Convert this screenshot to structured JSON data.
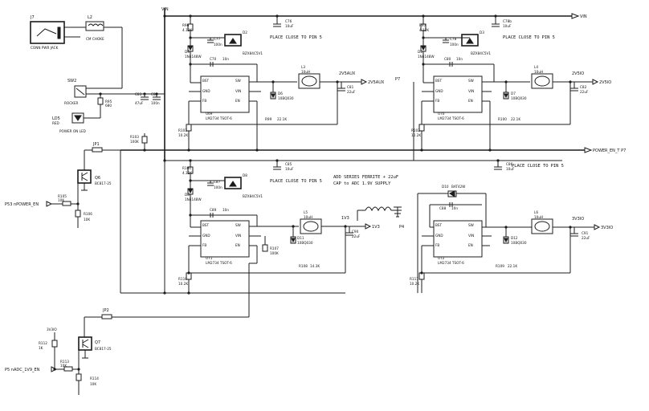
{
  "nets": {
    "vin": "VIN",
    "vin_out": "VIN",
    "power_en": "POWER_EN_T P7",
    "v25aux": "2V5AUX",
    "v25io": "2V5IO",
    "v3": "1V3",
    "v3io": "3V3IO",
    "v3io_left": "3V3IO",
    "p7": "P7",
    "p4": "P4",
    "p53": "P53 nPOWER_EN",
    "p5": "P5 nADC_1V9_EN"
  },
  "labels": {
    "j7": "J7",
    "j7_desc": "CONN PWR JACK",
    "l2": "L2",
    "l2_desc": "CM CHOKE",
    "sw2": "SW2",
    "sw2_desc": "ROCKER",
    "ld5": "LD5",
    "ld5_desc": "RED",
    "ld5_note": "POWER ON LED",
    "r95": "R95",
    "r95_v": "680",
    "c83": "C83",
    "c83_v": "47uF",
    "c84": "C84",
    "c84_v": "100n",
    "r103": "R103",
    "r103_v": "100K",
    "jp1": "JP1",
    "q6": "Q6",
    "q6_v": "BC817-25",
    "r105": "R105",
    "r105_v": "10K",
    "r106": "R106",
    "r106_v": "10K",
    "jp2": "JP2",
    "q7": "Q7",
    "q7_v": "BC817-25",
    "r112": "R112",
    "r112_v": "1K",
    "r113": "R113",
    "r113_v": "10K",
    "r114": "R114",
    "r114_v": "10K"
  },
  "notes": {
    "place_close_1": "PLACE CLOSE TO PIN 5",
    "place_close_2": "PLACE CLOSE TO PIN 5",
    "place_close_3": "PLACE CLOSE TO PIN 5",
    "place_close_4": "PLACE CLOSE TO PIN 5",
    "add_series": "ADD SERIES FERRITE + 22uF",
    "cap_adc": "CAP to ADC 1.9V SUPPLY"
  },
  "regulators": [
    {
      "u": "U69",
      "part": "LM2734 TSOT-6",
      "rtop": "R96",
      "rtop_v": "4.12K",
      "d": "D4",
      "d_v": "1N4148W",
      "z": "D2",
      "z_v": "BZX84C5V1",
      "cz": "C77",
      "cz_v": "100n",
      "cb": "C70",
      "cb_v": "10n",
      "cin": "C76",
      "cin_v": "10uF",
      "l": "L3",
      "l_v": "10uH",
      "ds": "D6",
      "ds_v": "10BQ030",
      "rfb": "R99",
      "rfb_v": "22.1K",
      "rl": "R101",
      "rl_v": "10.2K",
      "co": "C81",
      "co_v": "22uF"
    },
    {
      "u": "U70",
      "part": "LM2734 TSOT-6",
      "rtop": "R97",
      "rtop_v": "4.12K",
      "d": "D5",
      "d_v": "1N4148W",
      "z": "D3",
      "z_v": "BZX84C5V1",
      "cz": "C78",
      "cz_v": "100n",
      "cb": "C80",
      "cb_v": "10n",
      "cin": "C78b",
      "cin_v": "10uF",
      "l": "L4",
      "l_v": "10uH",
      "ds": "D7",
      "ds_v": "10BQ030",
      "rfb": "R100",
      "rfb_v": "22.1K",
      "rl": "R102",
      "rl_v": "10.2K",
      "co": "C82",
      "co_v": "22uF"
    },
    {
      "u": "U71",
      "part": "LM2734 TSOT-6",
      "rtop": "R104",
      "rtop_v": "4.12K",
      "d": "D8",
      "d_v": "1N4148W",
      "z": "D8",
      "z_v": "BZX84C5V1",
      "cz": "C87",
      "cz_v": "100n",
      "cb": "C89",
      "cb_v": "10n",
      "cin": "C85",
      "cin_v": "10uF",
      "l": "L5",
      "l_v": "10uH",
      "ds": "D11",
      "ds_v": "10BQ030",
      "rfb": "R108",
      "rfb_v": "14.3K",
      "rl": "R110",
      "rl_v": "10.2K",
      "co": "C90",
      "co_v": "22uF",
      "r107": "R107",
      "r107_v": "100K"
    },
    {
      "u": "U72",
      "part": "LM2734 TSOT-6",
      "l": "L6",
      "l_v": "10uH",
      "ds": "D12",
      "ds_v": "10BQ030",
      "rfb": "R109",
      "rfb_v": "22.1K",
      "rl": "R111",
      "rl_v": "10.2K",
      "co": "C91",
      "co_v": "22uF",
      "cb": "C88",
      "cb_v": "10n",
      "dd": "D10",
      "dd_v": "BAT42W",
      "cin": "C86",
      "cin_v": "10uF"
    }
  ],
  "pins": {
    "bst": "BST",
    "gnd": "GND",
    "fb": "FB",
    "sw": "SW",
    "vin": "VIN",
    "en": "EN"
  }
}
